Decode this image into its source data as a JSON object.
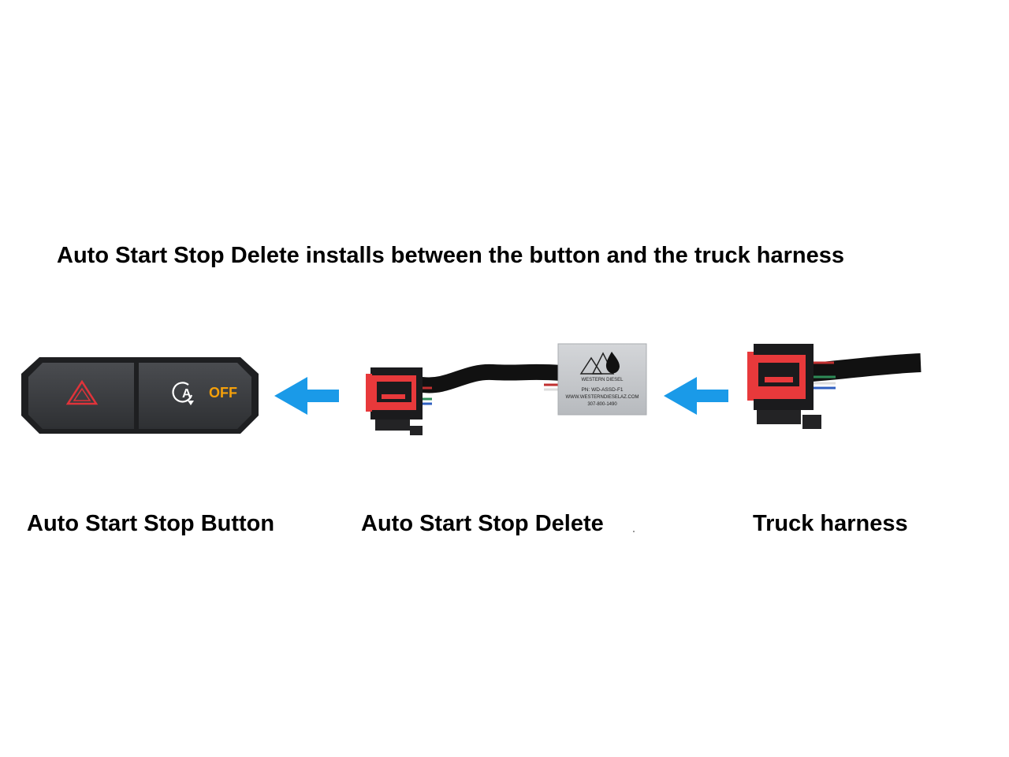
{
  "headline": "Auto Start Stop Delete installs between the button and the truck harness",
  "captions": {
    "button": "Auto Start Stop Button",
    "delete": "Auto Start Stop Delete",
    "harness": "Truck harness"
  },
  "button_panel": {
    "off_label": "OFF",
    "auto_symbol": "A"
  },
  "module_label": {
    "brand": "WESTERN DIESEL",
    "pn": "PN: WD-ASSD-F1",
    "url": "WWW.WESTERNDIESELAZ.COM",
    "phone": "307-800-1490"
  },
  "colors": {
    "arrow": "#1a9ae8",
    "connector_red": "#e8393b",
    "hazard_red": "#e0333a",
    "off_amber": "#f5a00a",
    "module_gray": "#c9ccd0"
  }
}
